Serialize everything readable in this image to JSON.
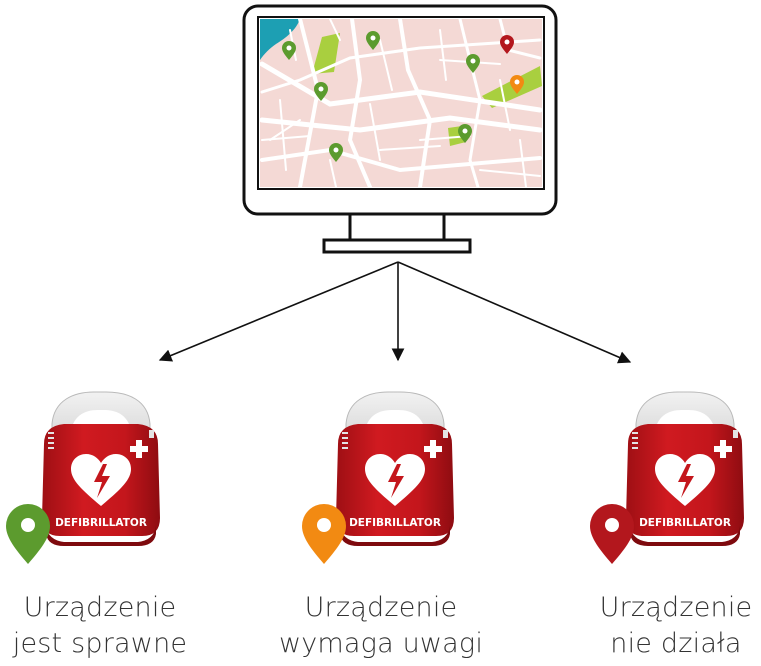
{
  "colors": {
    "ok": "#5c9b2e",
    "warning": "#f28a12",
    "error": "#b3171d",
    "device_red": "#c4161c",
    "device_handle": "#e6e6e6",
    "map_land": "#f4d9d5",
    "map_streets": "#ffffff",
    "map_water": "#1d9fb3",
    "map_park": "#a9cf3f"
  },
  "monitor": {
    "icon": "monitor-map-icon",
    "map_pins": [
      "ok",
      "ok",
      "ok",
      "ok",
      "ok",
      "ok",
      "error",
      "warning"
    ]
  },
  "devices": [
    {
      "label": "DEFIBRILLATOR",
      "status": "ok",
      "pin_color": "#5c9b2e",
      "caption_line1": "Urządzenie",
      "caption_line2": "jest sprawne"
    },
    {
      "label": "DEFIBRILLATOR",
      "status": "warning",
      "pin_color": "#f28a12",
      "caption_line1": "Urządzenie",
      "caption_line2": "wymaga uwagi"
    },
    {
      "label": "DEFIBRILLATOR",
      "status": "error",
      "pin_color": "#b3171d",
      "caption_line1": "Urządzenie",
      "caption_line2": "nie działa"
    }
  ]
}
